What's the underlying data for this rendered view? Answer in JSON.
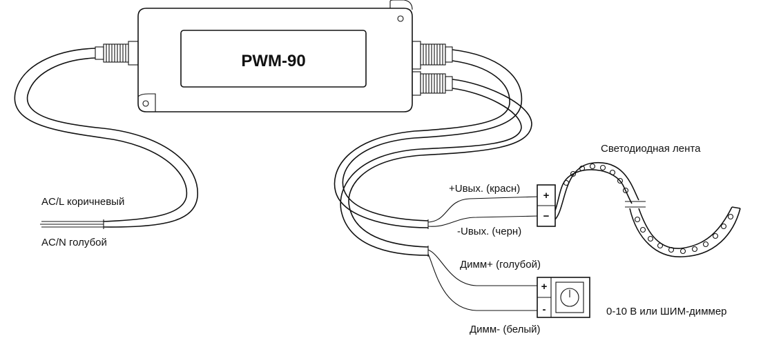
{
  "device": {
    "model": "PWM-90"
  },
  "input": {
    "ac_l_label": "AC/L коричневый",
    "ac_n_label": "AC/N голубой"
  },
  "output": {
    "plus_label": "+Uвых. (красн)",
    "minus_label": "-Uвых. (черн)",
    "plus_sign": "+",
    "minus_sign": "−"
  },
  "led_strip": {
    "label": "Светодиодная лента"
  },
  "dimmer": {
    "plus_label": "Димм+ (голубой)",
    "minus_label": "Димм- (белый)",
    "plus_sign": "+",
    "minus_sign": "-",
    "device_label": "0-10 В или ШИМ-диммер"
  }
}
